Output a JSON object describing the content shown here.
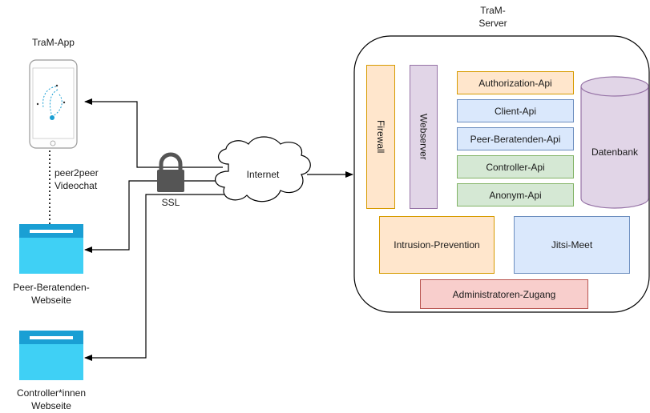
{
  "client": {
    "app_label": "TraM-App",
    "p2p_label_line1": "peer2peer",
    "p2p_label_line2": "Videochat",
    "peer_site_line1": "Peer-Beratenden-",
    "peer_site_line2": "Webseite",
    "controller_site_line1": "Controller*innen",
    "controller_site_line2": "Webseite"
  },
  "network": {
    "ssl_label": "SSL",
    "internet_label": "Internet"
  },
  "server": {
    "title_line1": "TraM-",
    "title_line2": "Server",
    "firewall": "Firewall",
    "webserver": "Webserver",
    "apis": [
      "Authorization-Api",
      "Client-Api",
      "Peer-Beratenden-Api",
      "Controller-Api",
      "Anonym-Api"
    ],
    "database": "Datenbank",
    "intrusion": "Intrusion-Prevention",
    "jitsi": "Jitsi-Meet",
    "admin": "Administratoren-Zugang"
  },
  "colors": {
    "orange_fill": "#ffe6cc",
    "orange_stroke": "#d79b00",
    "purple_fill": "#e1d5e7",
    "purple_stroke": "#9673a6",
    "blue_fill": "#dae8fc",
    "blue_stroke": "#6c8ebf",
    "green_fill": "#d5e8d4",
    "green_stroke": "#82b366",
    "red_fill": "#f8cecc",
    "red_stroke": "#b85450",
    "browser_light": "#3fd0f5",
    "browser_dark": "#1a9fd4"
  }
}
